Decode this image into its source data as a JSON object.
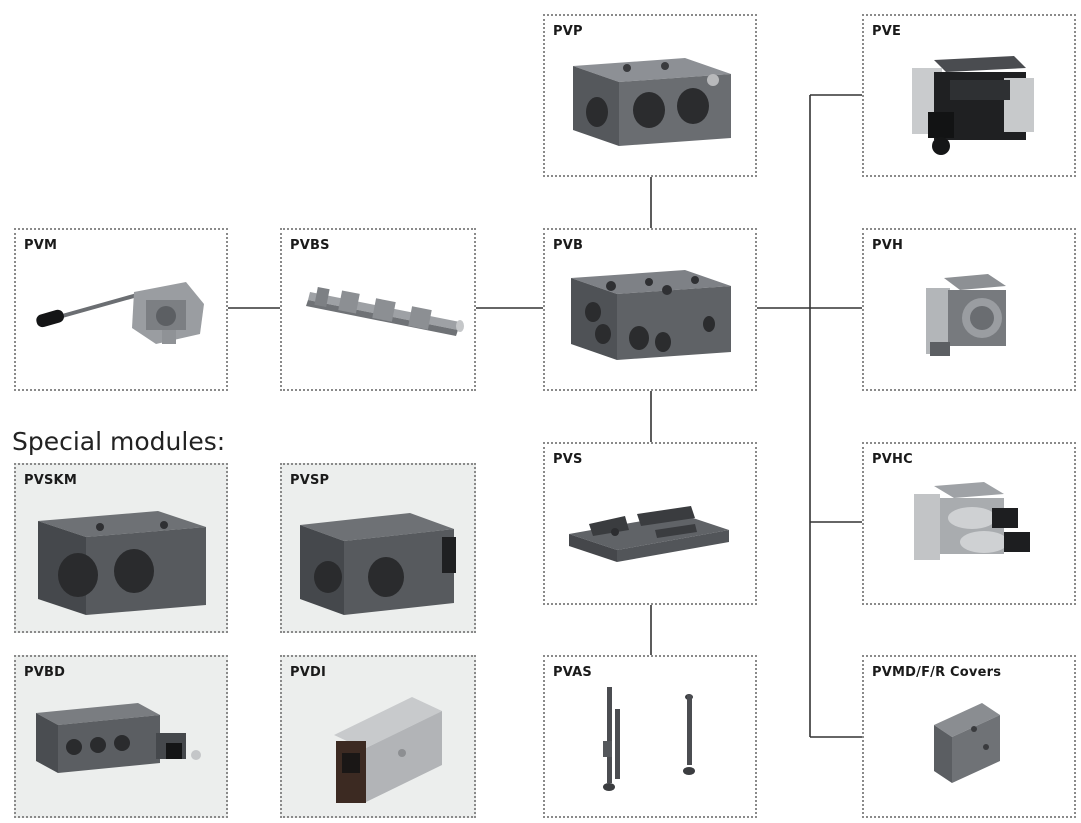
{
  "special_title": "Special modules:",
  "modules": {
    "pvp": {
      "label": "PVP"
    },
    "pve": {
      "label": "PVE"
    },
    "pvm": {
      "label": "PVM"
    },
    "pvbs": {
      "label": "PVBS"
    },
    "pvb": {
      "label": "PVB"
    },
    "pvh": {
      "label": "PVH"
    },
    "pvs": {
      "label": "PVS"
    },
    "pvhc": {
      "label": "PVHC"
    },
    "pvas": {
      "label": "PVAS"
    },
    "pvmd": {
      "label": "PVMD/F/R Covers"
    },
    "pvskm": {
      "label": "PVSKM"
    },
    "pvsp": {
      "label": "PVSP"
    },
    "pvbd": {
      "label": "PVBD"
    },
    "pvdi": {
      "label": "PVDI"
    }
  },
  "colors": {
    "line": "#333333",
    "box_border": "#8a8a8a",
    "special_bg": "#eceeed",
    "metal": "#5c5f63",
    "metal_dark": "#3b3d40",
    "metal_light": "#9a9da1"
  }
}
